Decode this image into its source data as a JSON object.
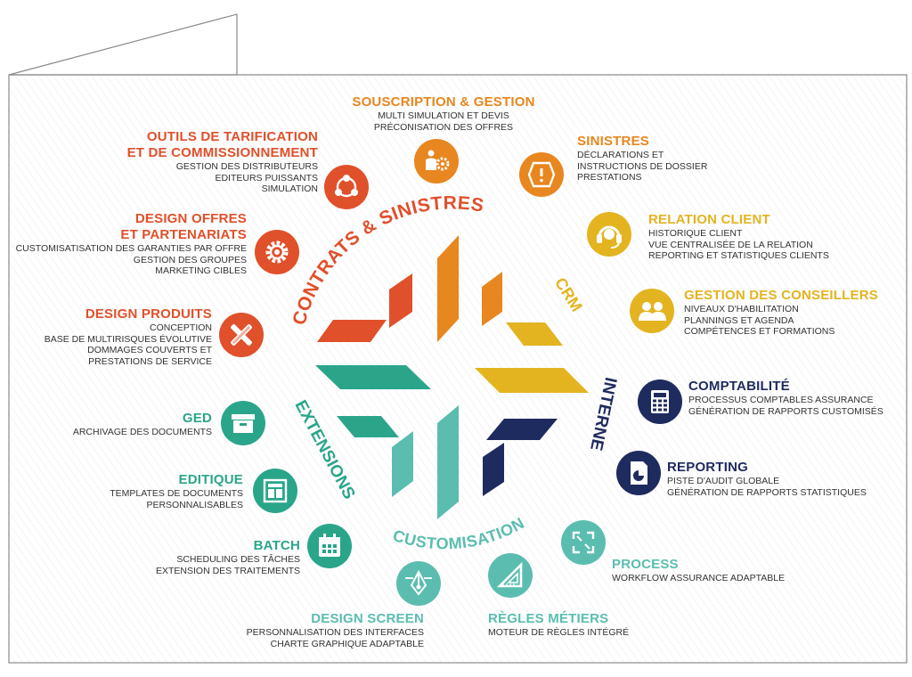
{
  "colors": {
    "red": "#e0502a",
    "orange": "#e8861f",
    "yellow": "#e3b420",
    "navy": "#1e2b5e",
    "teal": "#2aa58a",
    "teal_light": "#5bbdb0"
  },
  "categories": {
    "contrats": "CONTRATS & SINISTRES",
    "crm": "CRM",
    "interne": "INTERNE",
    "customisation": "CUSTOMISATION",
    "extensions": "EXTENSIONS"
  },
  "modules": [
    {
      "id": "souscription",
      "icon": "person-gear-icon",
      "color": "orange",
      "title": [
        "SOUSCRIPTION & GESTION"
      ],
      "lines": [
        "MULTI SIMULATION ET DEVIS",
        "PRÉCONISATION DES OFFRES"
      ]
    },
    {
      "id": "sinistres",
      "icon": "warning-icon",
      "color": "orange",
      "title": [
        "SINISTRES"
      ],
      "lines": [
        "DÉCLARATIONS ET",
        "INSTRUCTIONS DE DOSSIER",
        "PRESTATIONS"
      ]
    },
    {
      "id": "outils",
      "icon": "network-icon",
      "color": "red",
      "title": [
        "OUTILS DE TARIFICATION",
        "ET DE COMMISSIONNEMENT"
      ],
      "lines": [
        "GESTION DES DISTRIBUTEURS",
        "EDITEURS PUISSANTS",
        "SIMULATION"
      ]
    },
    {
      "id": "design-offres",
      "icon": "gear-icon",
      "color": "red",
      "title": [
        "DESIGN OFFRES",
        "ET PARTENARIATS"
      ],
      "lines": [
        "CUSTOMISATISATION DES GARANTIES PAR OFFRE",
        "GESTION DES GROUPES",
        "MARKETING CIBLES"
      ]
    },
    {
      "id": "design-produits",
      "icon": "tools-icon",
      "color": "red",
      "title": [
        "DESIGN PRODUITS"
      ],
      "lines": [
        "CONCEPTION",
        "BASE DE MULTIRISQUES ÉVOLUTIVE",
        "DOMMAGES COUVERTS ET",
        "PRESTATIONS DE SERVICE"
      ]
    },
    {
      "id": "relation-client",
      "icon": "headset-icon",
      "color": "yellow",
      "title": [
        "RELATION CLIENT"
      ],
      "lines": [
        "HISTORIQUE CLIENT",
        "VUE CENTRALISÉE DE LA RELATION",
        "REPORTING ET STATISTIQUES CLIENTS"
      ]
    },
    {
      "id": "conseillers",
      "icon": "people-icon",
      "color": "yellow",
      "title": [
        "GESTION DES CONSEILLERS"
      ],
      "lines": [
        "NIVEAUX D'HABILITATION",
        "PLANNINGS ET AGENDA",
        "COMPÉTENCES ET FORMATIONS"
      ]
    },
    {
      "id": "comptabilite",
      "icon": "calculator-icon",
      "color": "navy",
      "title": [
        "COMPTABILITÉ"
      ],
      "lines": [
        "PROCESSUS COMPTABLES ASSURANCE",
        "GÉNÉRATION DE RAPPORTS CUSTOMISÉS"
      ]
    },
    {
      "id": "reporting",
      "icon": "report-icon",
      "color": "navy",
      "title": [
        "REPORTING"
      ],
      "lines": [
        "PISTE D'AUDIT GLOBALE",
        "GÉNÉRATION DE RAPPORTS STATISTIQUES"
      ]
    },
    {
      "id": "ged",
      "icon": "archive-box-icon",
      "color": "teal",
      "title": [
        "GED"
      ],
      "lines": [
        "ARCHIVAGE DES DOCUMENTS"
      ]
    },
    {
      "id": "editique",
      "icon": "template-icon",
      "color": "teal",
      "title": [
        "EDITIQUE"
      ],
      "lines": [
        "TEMPLATES DE DOCUMENTS",
        "PERSONNALISABLES"
      ]
    },
    {
      "id": "batch",
      "icon": "calendar-icon",
      "color": "teal",
      "title": [
        "BATCH"
      ],
      "lines": [
        "SCHEDULING DES TÂCHES",
        "EXTENSION DES TRAITEMENTS"
      ]
    },
    {
      "id": "design-screen",
      "icon": "pen-tool-icon",
      "color": "teal_light",
      "title": [
        "DESIGN SCREEN"
      ],
      "lines": [
        "PERSONNALISATION DES INTERFACES",
        "CHARTE GRAPHIQUE ADAPTABLE"
      ]
    },
    {
      "id": "regles",
      "icon": "set-square-icon",
      "color": "teal_light",
      "title": [
        "RÈGLES MÉTIERS"
      ],
      "lines": [
        "MOTEUR DE RÈGLES INTÉGRÉ"
      ]
    },
    {
      "id": "process",
      "icon": "arrows-cycle-icon",
      "color": "teal_light",
      "title": [
        "PROCESS"
      ],
      "lines": [
        "WORKFLOW ASSURANCE ADAPTABLE"
      ]
    }
  ]
}
